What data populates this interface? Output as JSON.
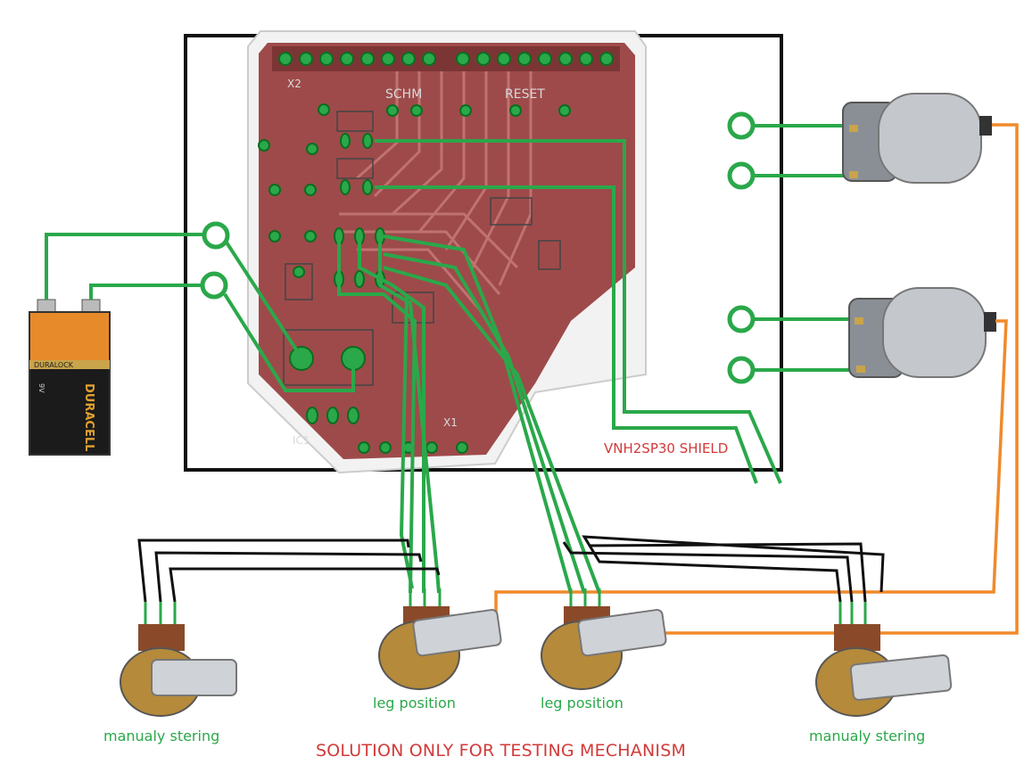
{
  "labels": {
    "shield": "VNH2SP30 SHIELD",
    "leg_position_left": "leg position",
    "leg_position_right": "leg position",
    "manual_left": "manualy stering",
    "manual_right": "manualy stering",
    "footer": "SOLUTION ONLY FOR TESTING MECHANISM"
  },
  "pcb_labels": {
    "schm": "SCHM",
    "reset": "RESET",
    "x2": "X2",
    "x1": "X1",
    "ic1": "IC1"
  },
  "battery": {
    "brand": "DURACELL",
    "top_text": "DURALOCK",
    "voltage": "9V"
  },
  "colors": {
    "wire_green": "#2aa84a",
    "wire_black": "#111111",
    "wire_orange": "#f08a2c",
    "pcb_copper": "#9e4a4a",
    "label_green": "#2aa84a",
    "label_red": "#d23a3a"
  }
}
